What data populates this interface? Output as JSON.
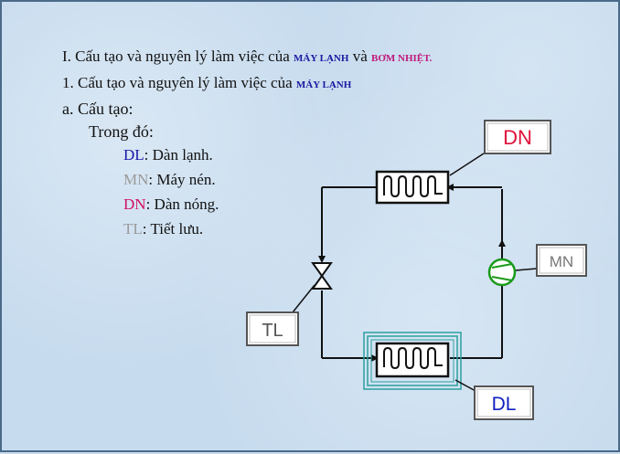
{
  "heading": {
    "prefix": "I. Cấu tạo và nguyên lý làm việc của ",
    "term1": "MÁY LẠNH",
    "mid": " và ",
    "term2": "BƠM NHIỆT."
  },
  "subheading": {
    "prefix": "1. Cấu tạo và nguyên lý làm việc của ",
    "term": "MÁY LẠNH"
  },
  "section": "a. Cấu tạo:",
  "intro": "Trong đó:",
  "legend": [
    {
      "abbr": "DL",
      "text": ": Dàn lạnh.",
      "color": "#1a1aa8"
    },
    {
      "abbr": "MN",
      "text": ": Máy nén.",
      "color": "#9a9a9a"
    },
    {
      "abbr": "DN",
      "text": ": Dàn nóng.",
      "color": "#d01060"
    },
    {
      "abbr": "TL",
      "text": ": Tiết lưu.",
      "color": "#9a9a9a"
    }
  ],
  "diagram": {
    "labels": {
      "dn": "DN",
      "mn": "MN",
      "tl": "TL",
      "dl": "DL"
    },
    "colors": {
      "dn_text": "#e0103a",
      "dl_text": "#1020c0",
      "mn_text": "#777777",
      "tl_text": "#555555",
      "compressor": "#1a9a1a",
      "evaporator_border": "#2aa0a0"
    }
  }
}
